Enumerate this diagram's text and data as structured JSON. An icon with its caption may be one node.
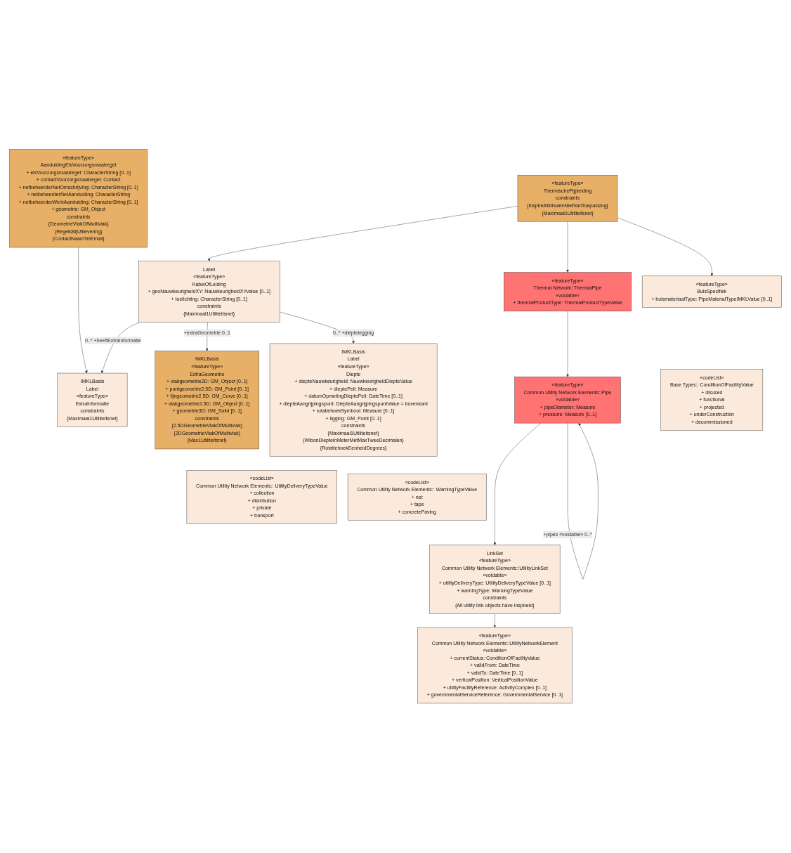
{
  "diagram": {
    "nodes": [
      {
        "text": [
          "IMKLBasis",
          "«featureType»",
          "ExtraGeometrie",
          "+ vlakgeometrie2D: GM_Object [0..1]",
          "+ puntgeometrie2.5D: GM_Point [0..1]",
          "+ lijngeometrie2.5D: GM_Curve [0..1]",
          "+ vlakgeometrie2.5D: GM_Object [0..1]",
          "+ geometrie3D: GM_Solid [0..1]",
          "constraints",
          "{2.5DGeometrieVlakOfMultivlak}",
          "{2DGeometrieVlakOfMultivlak}",
          "{Max1Utiliteitsnet}"
        ]
      },
      {
        "text": [
          "IMKLBasis",
          "Label",
          "«featureType»",
          "ExtraInformatie",
          "constraints",
          "{Maximaal1Utiliteitsnet}"
        ]
      },
      {
        "text": [
          "«featureType»",
          "AanduidingEisVoorzorgsmaatregel",
          "+ eisVoorzorgsmaatregel: CharacterString [0..1]",
          "+ contactVoorzorgsmaatregel: Contact",
          "+ netbeheerderNetOmschrijving: CharacterString [0..1]",
          "+ netbeheerderNetAanduiding: CharacterString",
          "+ netbeheerderWerkAanduiding: CharacterString [0..1]",
          "+ geometrie: GM_Object",
          "constraints",
          "{GeometrieVlakOfMultivlak}",
          "{RegelsBijUitlevering}",
          "{ContactNaamTelEmail}"
        ]
      },
      {
        "text": [
          "Label",
          "«featureType»",
          "KabelOfLeiding",
          "+ geoNauwkeurigheidXY: NauwkeurigheidXYvalue [0..1]",
          "+ toelichting: CharacterString [0..1]",
          "constraints",
          "{Maximaal1Utiliteitsnet}"
        ]
      },
      {
        "text": [
          "IMKLBasis",
          "Label",
          "«featureType»",
          "Diepte",
          "+ diepteNauwkeurigheid: NauwkeurigheidDiepteValue",
          "+ dieptePeil: Measure",
          "+ datumOpmetingDieptePeil: DateTime [0..1]",
          "+ diepteAangrijpingspunt: DiepteAangrijpingspuntValue = bovenkant",
          "+ rotatiehoekSymbool: Measure [0..1]",
          "+ ligging: GM_Point [0..1]",
          "constraints",
          "{Maximaal1Utiliteitsnet}",
          "{WibonDiepteInMeterMetMaxTweeDecimalen}",
          "{RotatiehoekEenheidDegrees}"
        ]
      },
      {
        "text": [
          "«featureType»",
          "ThermischePijpleiding",
          "constraints",
          "{InspireAttributenNietVanToepassing}",
          "{Maximaal1Utiliteitsnet}"
        ]
      },
      {
        "text": [
          "«featureType»",
          "BuisSpecifiek",
          "+ buismateriaalType: PipeMaterialTypeIMKLValue [0..1]"
        ]
      },
      {
        "text": [
          "«codeList»",
          "Common Utility Network Elements:: UtilityDeliveryTypeValue",
          "+ collection",
          "+ distribution",
          "+ private",
          "+ transport"
        ]
      },
      {
        "text": [
          "«codeList»",
          "Common Utility Network Elements:: WarningTypeValue",
          "+ net",
          "+ tape",
          "+ concretePaving"
        ]
      },
      {
        "text": [
          "«featureType»",
          "Thermal Network::ThermalPipe",
          "«voidable»",
          "+ thermalProductType: ThermalProductTypeValue"
        ]
      },
      {
        "text": [
          "«featureType»",
          "Common Utility Network Elements::Pipe",
          "«voidable»",
          "+ pipeDiameter: Measure",
          "+ pressure: Measure [0..1]"
        ]
      },
      {
        "text": [
          "LinkSet",
          "«featureType»",
          "Common Utility Network Elements::UtilityLinkSet",
          "«voidable»",
          "+ utilityDeliveryType: UtilityDeliveryTypeValue [0..1]",
          "+ warningType: WarningTypeValue",
          "constraints",
          "{All utility link objects have inspireId}"
        ]
      },
      {
        "text": [
          "«codeList»",
          "Base Types:: ConditionOfFacilityValue",
          "+ disused",
          "+ functional",
          "+ projected",
          "+ underConstruction",
          "+ decommissioned"
        ]
      },
      {
        "text": [
          "«featureType»",
          "Common Utility Network Elements::UtilityNetworkElement",
          "«voidable»",
          "+ currentStatus: ConditionOfFacilityValue",
          "+ validFrom: DateTime",
          "+ validTo: DateTime [0..1]",
          "+ verticalPosition: VerticalPositionValue",
          "+ utilityFacilityReference: ActivityComplex [0..1]",
          "+ governmentalServiceReference: GovernmentalService [0..1]"
        ]
      }
    ],
    "edges": [
      {
        "from": 2,
        "to": 1,
        "arrow": "to"
      },
      {
        "from": 3,
        "to": 0,
        "arrow": "to",
        "label": "+extraGeometrie 0..1"
      },
      {
        "from": 3,
        "to": 1,
        "arrow": "to",
        "label": "0..* +heeftExtraInformatie"
      },
      {
        "from": 3,
        "to": 4,
        "arrow": "to",
        "label": "0..* +dieptelegging"
      },
      {
        "from": 5,
        "to": 3,
        "arrow": "to"
      },
      {
        "from": 5,
        "to": 6,
        "arrow": "to"
      },
      {
        "from": 5,
        "to": 9,
        "arrow": "to"
      },
      {
        "from": 9,
        "to": 10,
        "arrow": "to"
      },
      {
        "from": 10,
        "to": 10,
        "arrow": "to",
        "label": "+pipes «voidable» 0..*"
      },
      {
        "from": 10,
        "to": 11,
        "arrow": "to"
      },
      {
        "from": 11,
        "to": 13,
        "arrow": "to"
      }
    ]
  }
}
